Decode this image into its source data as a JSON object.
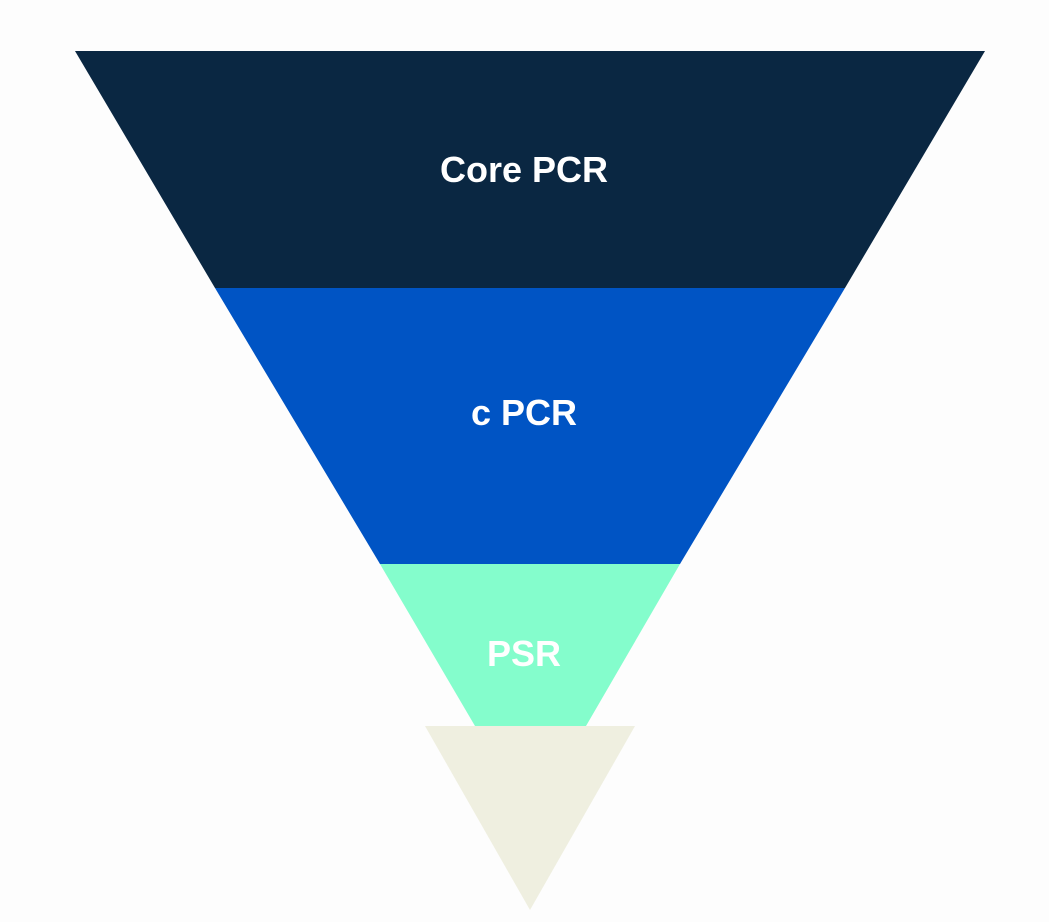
{
  "diagram": {
    "type": "funnel",
    "background_color": "#fdfdfd",
    "stages": [
      {
        "label": "Core PCR",
        "color": "#0a2742",
        "text_color": "#ffffff"
      },
      {
        "label": "c PCR",
        "color": "#0054c4",
        "text_color": "#ffffff"
      },
      {
        "label": "PSR",
        "color": "#84fdcc",
        "text_color": "#ffffff"
      },
      {
        "label": "",
        "color": "#efefe0",
        "text_color": "#ffffff"
      }
    ]
  }
}
